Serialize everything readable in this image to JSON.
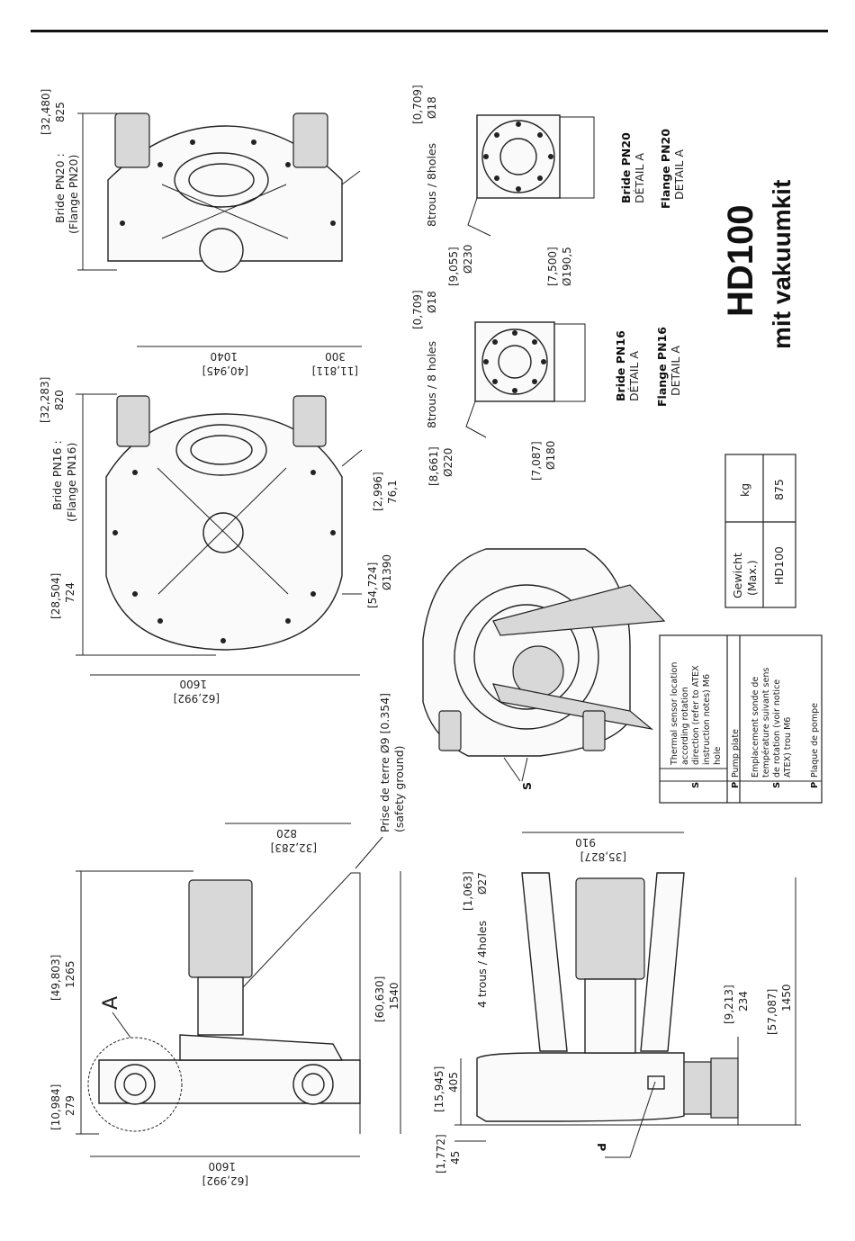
{
  "title": "HD100",
  "subtitle": "mit vakuumkit",
  "flange_pn20": {
    "label_fr": "Bride PN20 :",
    "label_en": "(Flange PN20)",
    "dim_inch": "[32,480]",
    "dim_mm": "825"
  },
  "flange_pn16": {
    "label_fr": "Bride PN16 :",
    "label_en": "(Flange PN16)",
    "dim_inch": "[32,283]",
    "dim_mm": "820"
  },
  "front_view": {
    "width_mm": "1600",
    "width_inch": "[62,992]",
    "height_mm": "724",
    "height_inch": "[28,504]",
    "center_mm": "1040",
    "center_inch": "[40,945]",
    "offset_mm": "300",
    "offset_inch": "[11,811]",
    "small_mm": "76,1",
    "small_inch": "[2,996]",
    "diameter_mm": "Ø1390",
    "diameter_inch": "[54,724]"
  },
  "detail_pn20": {
    "holes": "8trous / 8holes",
    "hole_dia": "Ø18",
    "hole_inch": "[0,709]",
    "outer": "Ø230",
    "outer_inch": "[9,055]",
    "pcd": "Ø190,5",
    "pcd_inch": "[7,500]",
    "name": "Bride PN20",
    "name_en": "Flange PN20",
    "detail": "DÉTAIL A",
    "detail_en": "DETAIL A"
  },
  "detail_pn16": {
    "holes": "8trous / 8 holes",
    "hole_dia": "Ø18",
    "hole_inch": "[0,709]",
    "outer": "Ø220",
    "outer_inch": "[8,661]",
    "pcd": "Ø180",
    "pcd_inch": "[7,087]",
    "name": "Bride PN16",
    "name_en": "Flange PN16",
    "detail": "DÉTAIL A",
    "detail_en": "DETAIL A"
  },
  "weight_table": {
    "col1_header": "Gewicht",
    "col1_sub": "(Max.)",
    "col2_header": "kg",
    "row_model": "HD100",
    "row_value": "875"
  },
  "side_view": {
    "ground": "Prise de terre Ø9 [0.354]",
    "ground_en": "(safety ground)",
    "depth_mm": "820",
    "depth_inch": "[32,283]",
    "height_mm": "1265",
    "height_inch": "[49,803]",
    "total_mm": "1540",
    "total_inch": "[60,630]",
    "base_mm": "279",
    "base_inch": "[10,984]",
    "width_mm": "1600",
    "width_inch": "[62,992]",
    "detail_marker": "A"
  },
  "top_view": {
    "width_mm": "910",
    "width_inch": "[35,827]",
    "holes": "4 trous / 4holes",
    "hole_dia": "Ø27",
    "hole_inch": "[1,063]",
    "h1_mm": "234",
    "h1_inch": "[9,213]",
    "h2_mm": "1450",
    "h2_inch": "[57,087]",
    "h3_mm": "405",
    "h3_inch": "[15,945]",
    "h4_mm": "45",
    "h4_inch": "[1,772]",
    "marker_p": "P"
  },
  "iso_view": {
    "marker_s": "S"
  },
  "legend": {
    "en": [
      {
        "key": "S",
        "text": "Thermal sensor location according rotation direction (refer to ATEX instruction notes) M6 hole"
      },
      {
        "key": "P",
        "text": "Pump plate"
      }
    ],
    "fr": [
      {
        "key": "S",
        "text": "Emplacement sonde de température suivant sens de rotation (voir notice ATEX) trou M6"
      },
      {
        "key": "P",
        "text": "Plaque de pompe"
      }
    ]
  }
}
